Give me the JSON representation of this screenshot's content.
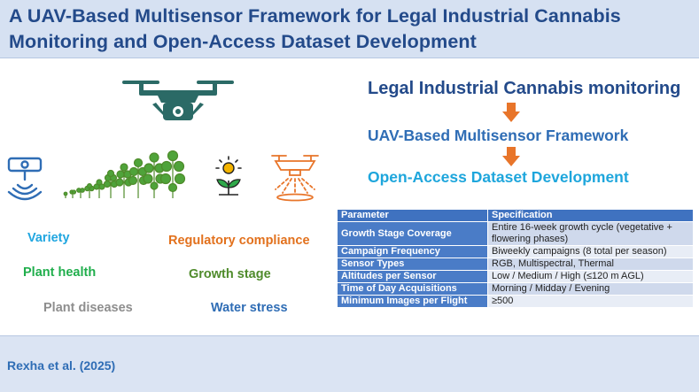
{
  "title": {
    "line1": "A UAV-Based Multisensor Framework for Legal Industrial Cannabis",
    "line2": "Monitoring and Open-Access Dataset Development"
  },
  "icons": {
    "drone": "drone-icon",
    "sensor": "sensor-signal-icon",
    "growth": "plant-growth-stages-icon",
    "sun_plant": "sun-plant-icon",
    "spray_drone": "spray-drone-icon",
    "arrow": "down-arrow-icon"
  },
  "colors": {
    "title_text": "#234a8a",
    "title_bg": "#d6e1f2",
    "drone": "#2b6a66",
    "arrow": "#e8752a",
    "table_header": "#3f72c0",
    "footer_bg": "#dbe4f3"
  },
  "flow": {
    "step1": "Legal Industrial Cannabis monitoring",
    "step2": "UAV-Based Multisensor Framework",
    "step3": "Open-Access Dataset Development"
  },
  "keywords": {
    "variety": "Variety",
    "regulatory": "Regulatory compliance",
    "health": "Plant health",
    "growth": "Growth stage",
    "diseases": "Plant diseases",
    "water": "Water stress"
  },
  "table": {
    "headers": [
      "Parameter",
      "Specification"
    ],
    "rows": [
      {
        "parameter": "Growth Stage Coverage",
        "specification": "Entire 16-week growth cycle (vegetative + flowering phases)"
      },
      {
        "parameter": "Campaign Frequency",
        "specification": "Biweekly campaigns (8 total per season)"
      },
      {
        "parameter": "Sensor Types",
        "specification": "RGB, Multispectral, Thermal"
      },
      {
        "parameter": "Altitudes per Sensor",
        "specification": "Low / Medium / High (≤120 m AGL)"
      },
      {
        "parameter": "Time of Day Acquisitions",
        "specification": "Morning / Midday / Evening"
      },
      {
        "parameter": "Minimum Images per Flight",
        "specification": "≥500"
      }
    ]
  },
  "footer": {
    "citation": "Rexha et al. (2025)"
  }
}
